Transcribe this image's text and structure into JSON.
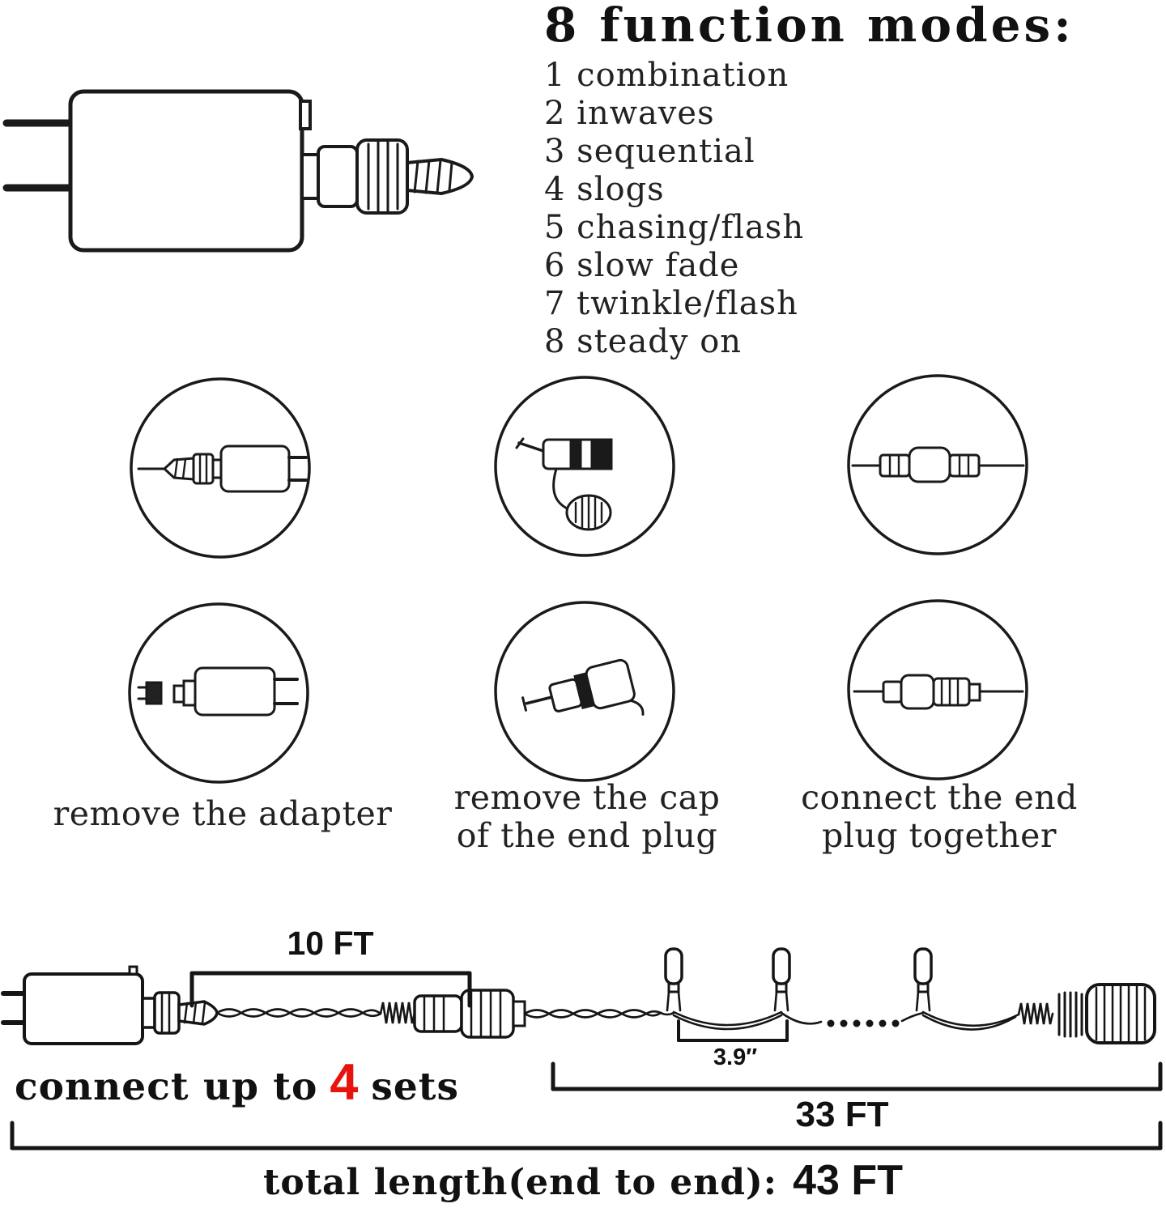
{
  "colors": {
    "ink": "#1a1a1a",
    "accent_red": "#e8130c"
  },
  "modes": {
    "title": "8 function modes:",
    "items": [
      "1 combination",
      "2 inwaves",
      "3 sequential",
      "4 slogs",
      "5 chasing/flash",
      "6 slow fade",
      "7 twinkle/flash",
      "8 steady on"
    ]
  },
  "steps": {
    "captions": [
      [
        "remove the adapter"
      ],
      [
        "remove the cap",
        "of the end plug"
      ],
      [
        "connect the end",
        "plug together"
      ]
    ]
  },
  "diagram": {
    "segment_10ft": "10 FT",
    "bulb_spacing": "3.9″",
    "connect_prefix": "connect up to",
    "connect_count": "4",
    "connect_suffix": "sets",
    "segment_33ft": "33 FT",
    "total_label": "total length(end to end):",
    "total_value": "43 FT"
  }
}
